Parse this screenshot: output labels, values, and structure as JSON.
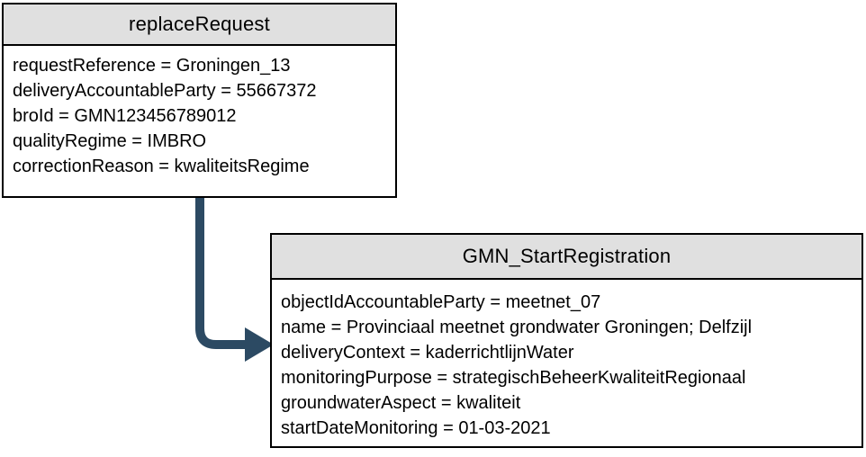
{
  "colors": {
    "header_fill": "#e0e0e0",
    "border_color": "#000000",
    "arrow_color": "#2c4a63",
    "background": "#ffffff"
  },
  "diagram": {
    "boxes": [
      {
        "title": "replaceRequest",
        "fields": [
          "requestReference = Groningen_13",
          "deliveryAccountableParty = 55667372",
          "broId = GMN123456789012",
          "qualityRegime = IMBRO",
          "correctionReason = kwaliteitsRegime"
        ]
      },
      {
        "title": "GMN_StartRegistration",
        "fields": [
          "objectIdAccountableParty = meetnet_07",
          "name = Provinciaal meetnet grondwater Groningen; Delfzijl",
          "deliveryContext = kaderrichtlijnWater",
          "monitoringPurpose = strategischBeheerKwaliteitRegionaal",
          "groundwaterAspect = kwaliteit",
          "startDateMonitoring = 01-03-2021"
        ]
      }
    ],
    "connector": {
      "from": "replaceRequest",
      "to": "GMN_StartRegistration"
    }
  }
}
